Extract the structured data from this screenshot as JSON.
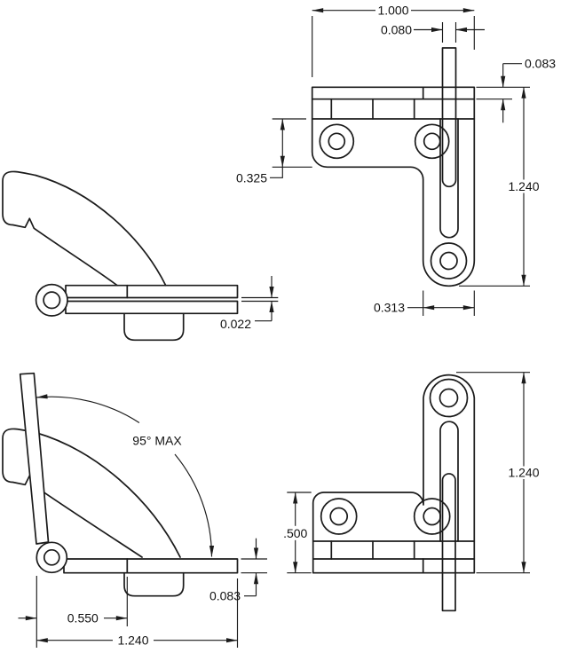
{
  "drawing": {
    "type": "engineering-drawing",
    "subject": "slot hinge, four orthographic views with dimensions",
    "units": "inches",
    "colors": {
      "line": "#1b1b1b",
      "background": "#ffffff"
    }
  },
  "views": {
    "top": {
      "label": "top view (closed, L-shaped plate with pin)",
      "dims": {
        "width": "1.000",
        "pin_width": "0.080",
        "leaf_thickness": "0.083",
        "height": "1.240",
        "hole_offset": "0.325",
        "leg_width": "0.313"
      }
    },
    "side_closed": {
      "label": "side view, hinge closed",
      "dims": {
        "leaf_gap": "0.022"
      }
    },
    "side_open": {
      "label": "side view, hinge open",
      "dims": {
        "max_angle": "95° MAX",
        "pivot_to_slot": "0.550",
        "length": "1.240",
        "leaf_thickness": "0.083"
      }
    },
    "front": {
      "label": "front view (flipped, pin downward)",
      "dims": {
        "height": "1.240",
        "plate_height": ".500"
      }
    }
  }
}
